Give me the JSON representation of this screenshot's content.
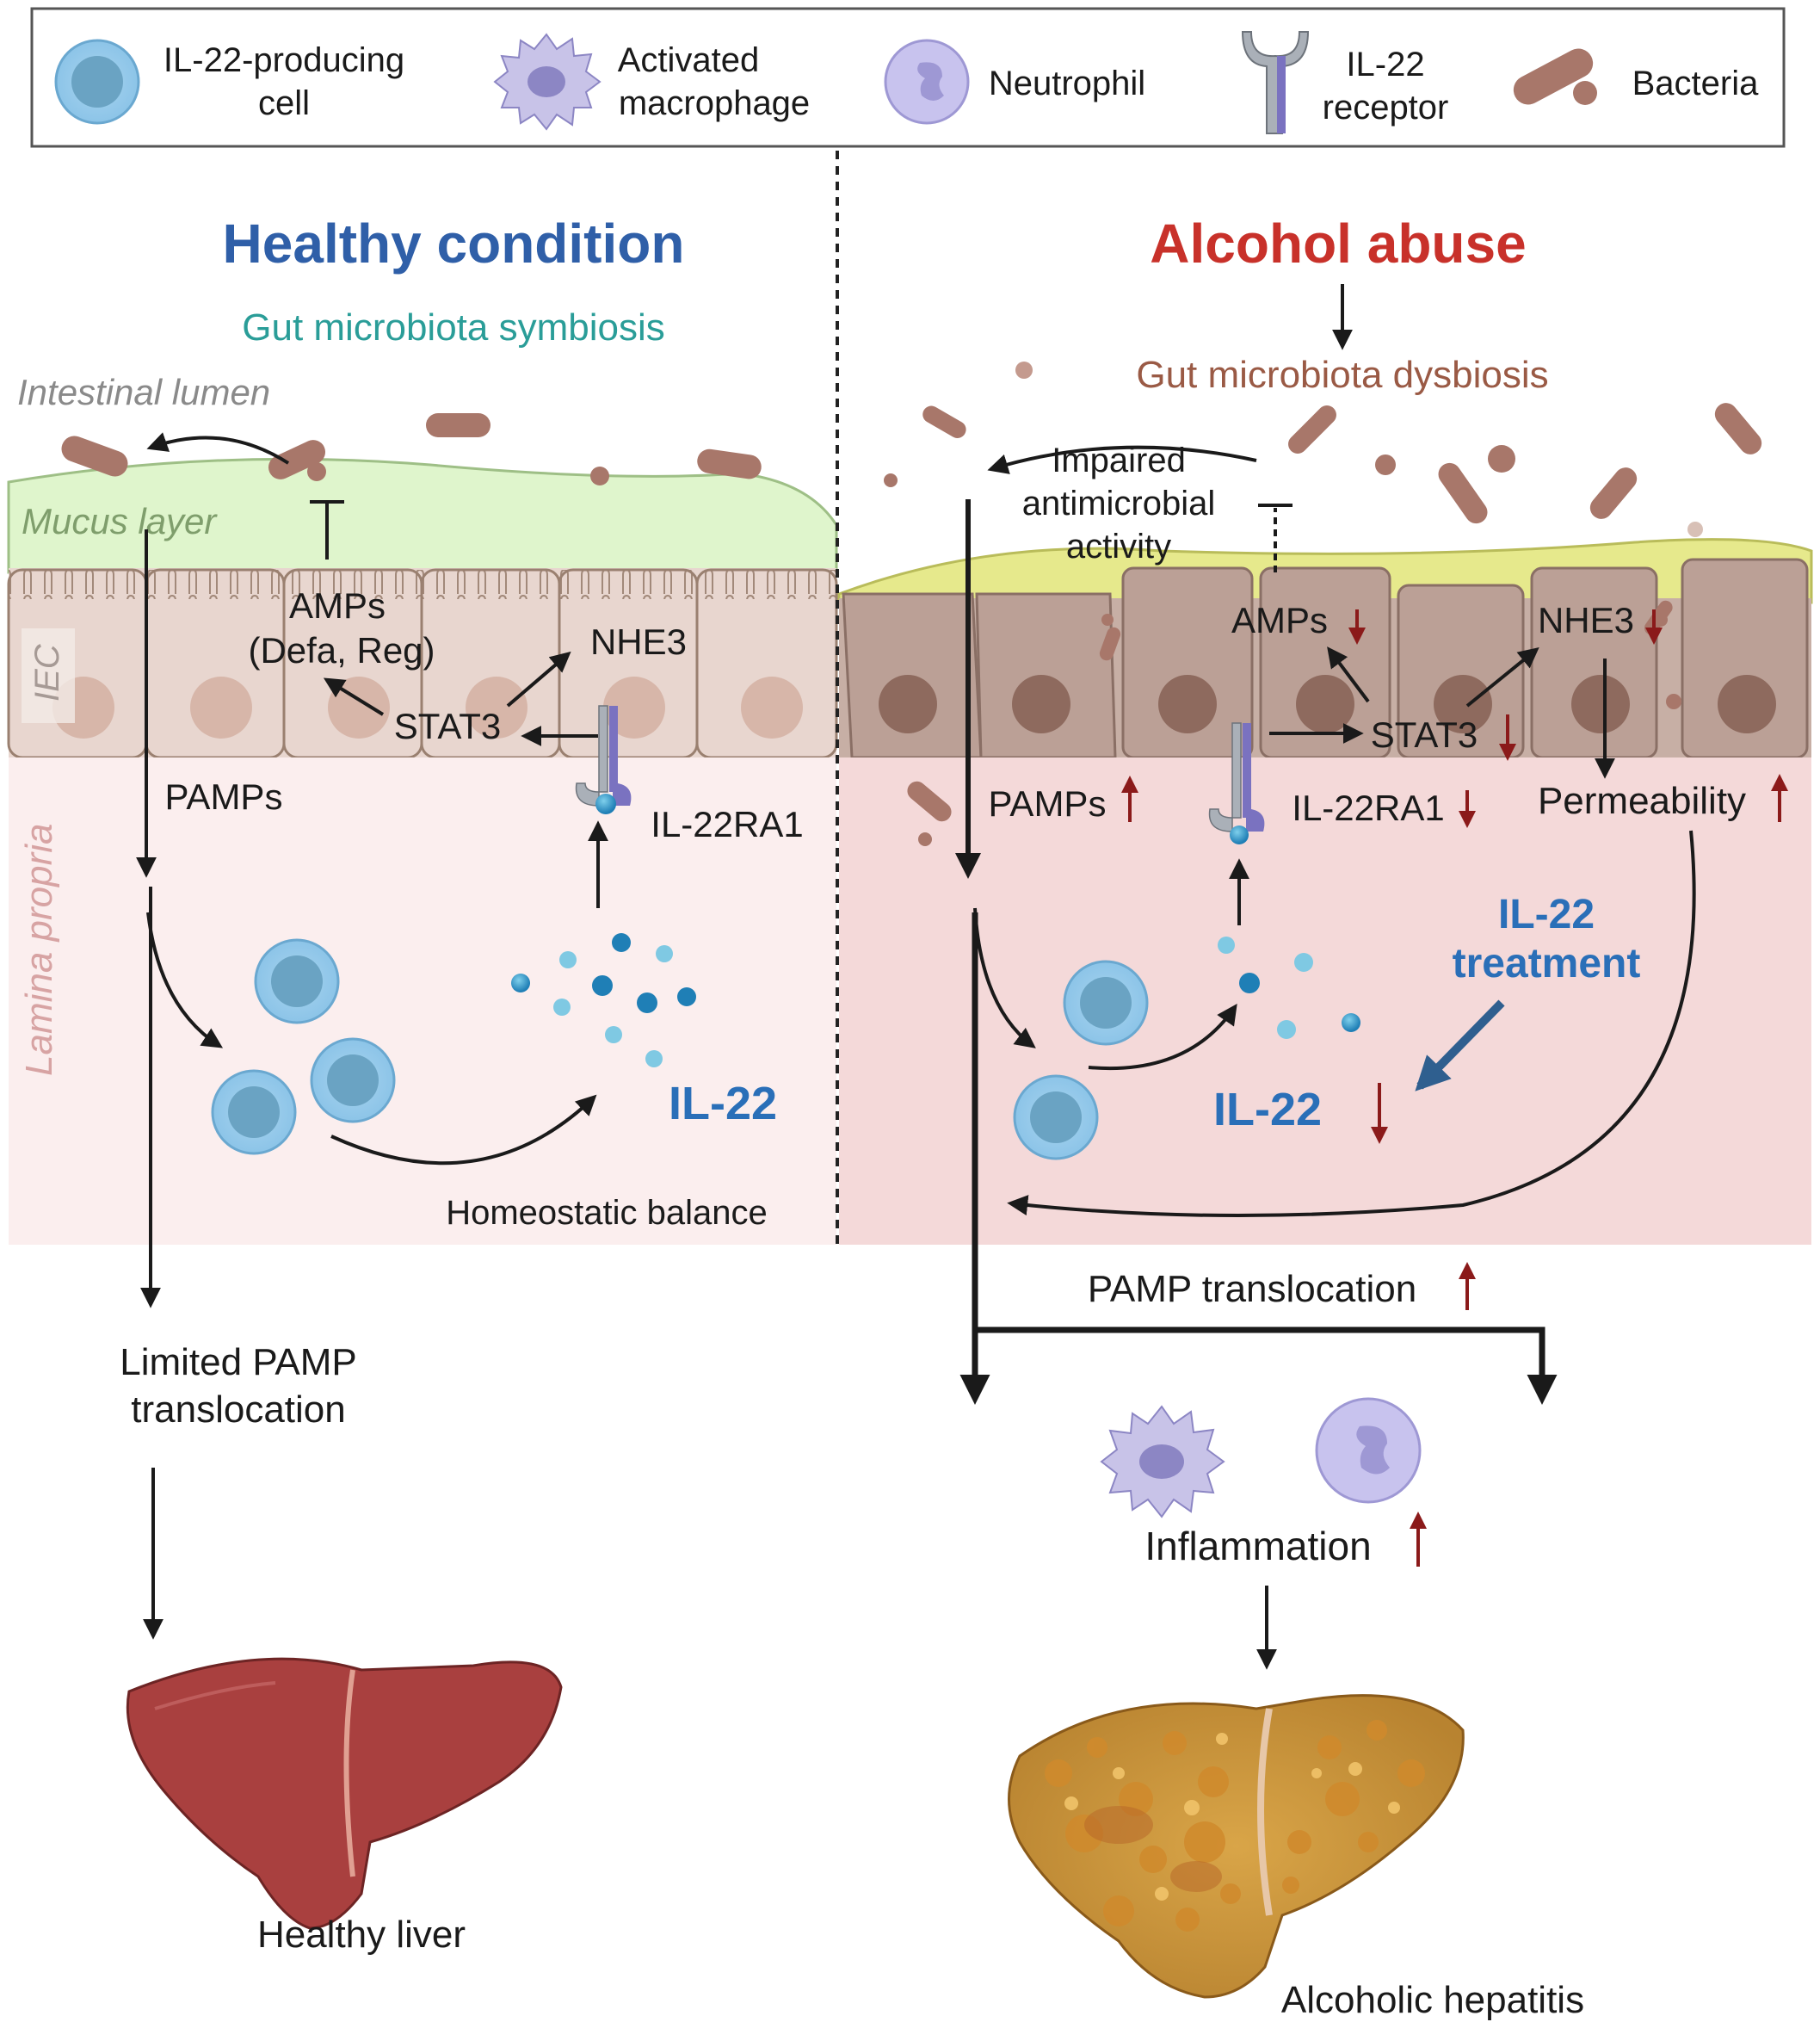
{
  "legend": {
    "il22_cell": [
      "IL-22-producing",
      "cell"
    ],
    "macrophage": [
      "Activated",
      "macrophage"
    ],
    "neutrophil": "Neutrophil",
    "receptor": [
      "IL-22",
      "receptor"
    ],
    "bacteria": "Bacteria"
  },
  "healthy": {
    "title": "Healthy condition",
    "subtitle": "Gut microbiota symbiosis",
    "lumen": "Intestinal lumen",
    "mucus": "Mucus layer",
    "iec": "IEC",
    "lamina": "Lamina propria",
    "amps": [
      "AMPs",
      "(Defa, Reg)"
    ],
    "nhe3": "NHE3",
    "stat3": "STAT3",
    "pamps": "PAMPs",
    "il22ra1": "IL-22RA1",
    "il22": "IL-22",
    "homeostatic": "Homeostatic balance",
    "limited": [
      "Limited PAMP",
      "translocation"
    ],
    "liver": "Healthy liver"
  },
  "alcohol": {
    "title": "Alcohol abuse",
    "dysbiosis": "Gut microbiota dysbiosis",
    "impaired": [
      "Impaired",
      "antimicrobial",
      "activity"
    ],
    "amps": "AMPs",
    "nhe3": "NHE3",
    "stat3": "STAT3",
    "pamps": "PAMPs",
    "il22ra1": "IL-22RA1",
    "permeability": "Permeability",
    "treatment": [
      "IL-22",
      "treatment"
    ],
    "il22": "IL-22",
    "translocation": "PAMP translocation",
    "inflammation": "Inflammation",
    "hepatitis": "Alcoholic hepatitis"
  },
  "colors": {
    "healthy_title": "#2f5fa8",
    "alcohol_title": "#c8312a",
    "symbiosis": "#2a9d98",
    "dysbiosis": "#9a5a45",
    "il22_blue": "#2a6fb8",
    "down_arrow": "#8b1a1a",
    "bacteria": "#a8776a",
    "mucus_healthy": "#dff5cc",
    "mucus_alcohol": "#e6e98c",
    "lamina_healthy": "#fbeeee",
    "lamina_alcohol": "#f4d9d9",
    "liver_healthy": "#a9403f",
    "liver_diseased": "#c89a3c"
  }
}
